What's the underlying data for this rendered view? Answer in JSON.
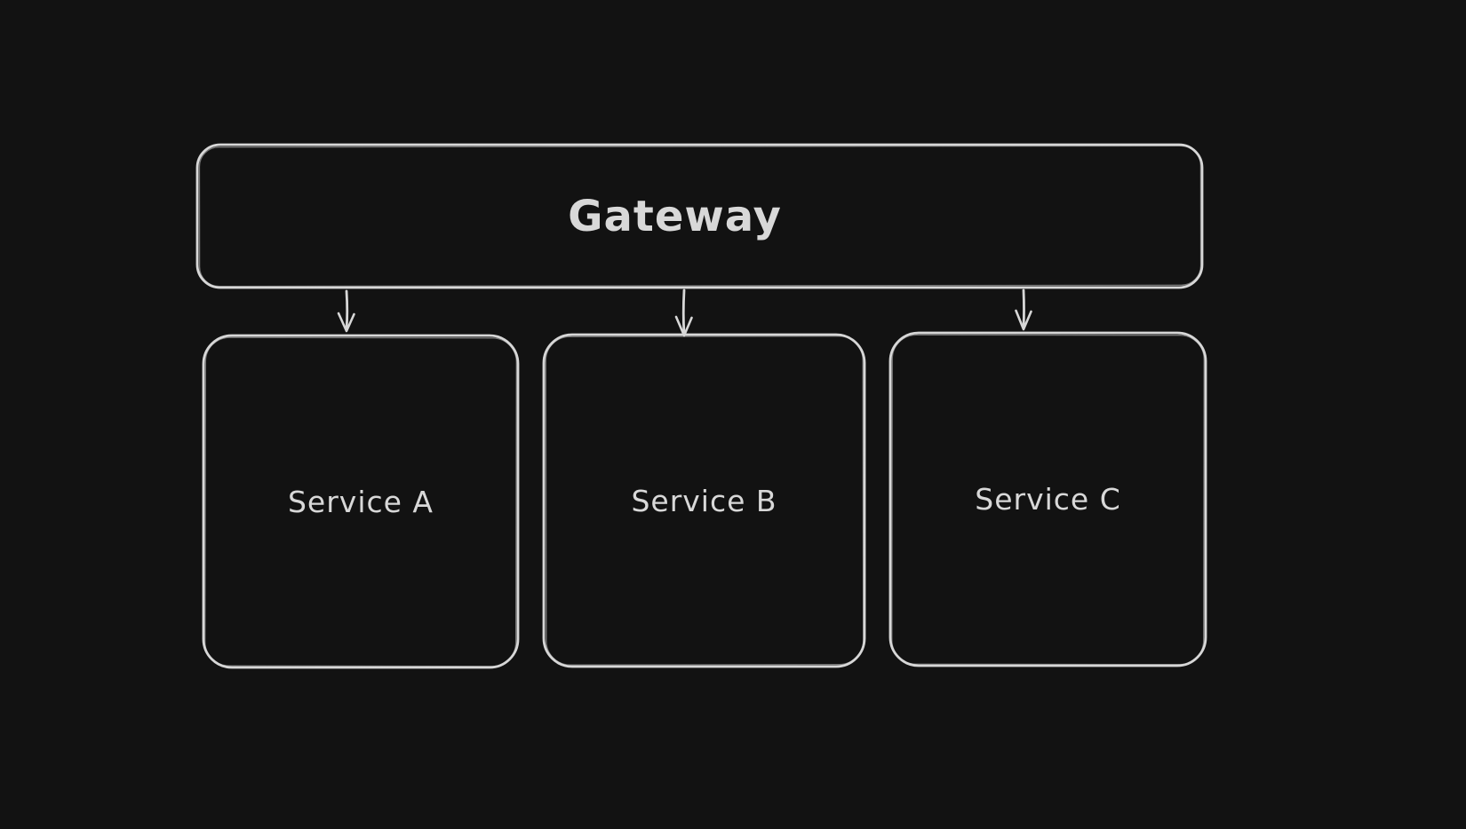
{
  "canvas": {
    "colors": {
      "background": "#121212",
      "stroke": "#d7d7d7",
      "text": "#d8d8d8"
    }
  },
  "diagram": {
    "type": "flowchart",
    "style": "hand-drawn",
    "nodes": [
      {
        "id": "gateway",
        "label": "Gateway",
        "shape": "rounded-rectangle"
      },
      {
        "id": "service-a",
        "label": "Service A",
        "shape": "rounded-rectangle"
      },
      {
        "id": "service-b",
        "label": "Service B",
        "shape": "rounded-rectangle"
      },
      {
        "id": "service-c",
        "label": "Service C",
        "shape": "rounded-rectangle"
      }
    ],
    "edges": [
      {
        "from": "gateway",
        "to": "service-a",
        "style": "arrow-down"
      },
      {
        "from": "gateway",
        "to": "service-b",
        "style": "arrow-down"
      },
      {
        "from": "gateway",
        "to": "service-c",
        "style": "arrow-down"
      }
    ]
  }
}
